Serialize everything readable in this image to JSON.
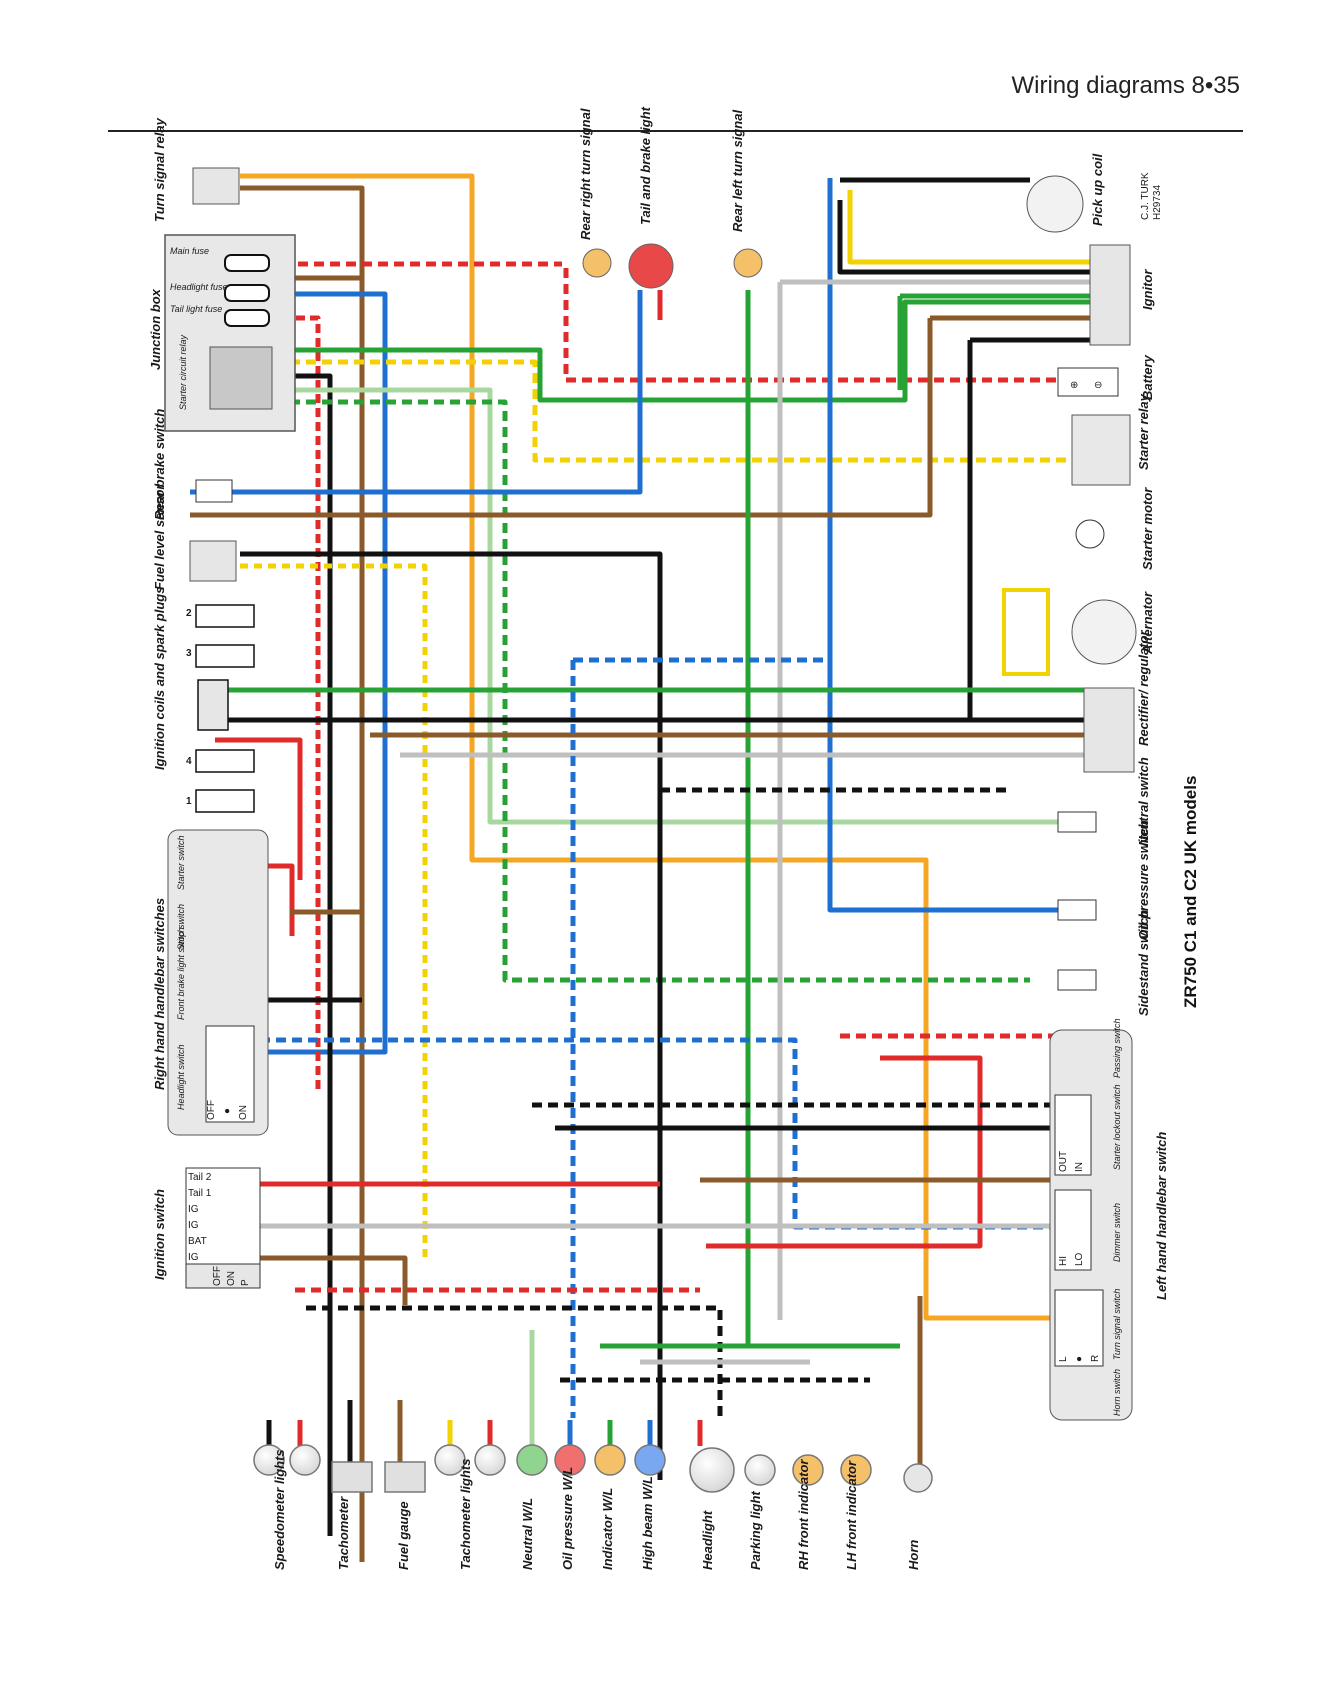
{
  "header": {
    "title": "Wiring diagrams  8•35"
  },
  "model_title": "ZR750 C1 and C2 UK models",
  "credit": {
    "line1": "C.J. TURK",
    "line2": "H29734"
  },
  "colors": {
    "red": "#e02b2b",
    "black": "#111111",
    "brown": "#8a5a2b",
    "blue": "#1f6fd1",
    "green": "#27a336",
    "light_green": "#a8d8a0",
    "orange": "#f5a623",
    "yellow": "#f2d200",
    "grey": "#bfbfbf",
    "white": "#ffffff"
  },
  "labels": {
    "turn_signal_relay": "Turn signal relay",
    "junction_box": "Junction box",
    "main_fuse": "Main fuse",
    "headlight_fuse": "Headlight fuse",
    "tail_light_fuse": "Tail light fuse",
    "starter_circuit_relay": "Starter circuit relay",
    "rear_brake_switch": "Rear brake switch",
    "fuel_level_sensor": "Fuel level sensor",
    "ignition_coils": "Ignition coils and spark plugs",
    "right_handlebar_switches": "Right hand handlebar switches",
    "starter_switch": "Starter switch",
    "stop_switch": "Stop switch",
    "front_brake_light_switch": "Front brake light switch",
    "headlight_switch": "Headlight switch",
    "ignition_switch": "Ignition switch",
    "rear_right_turn_signal": "Rear right turn signal",
    "tail_and_brake_light": "Tail and brake light",
    "rear_left_turn_signal": "Rear left turn signal",
    "pick_up_coil": "Pick up coil",
    "ignitor": "Ignitor",
    "battery": "Battery",
    "starter_relay": "Starter relay",
    "starter_motor": "Starter motor",
    "alternator": "Alternator",
    "rectifier_regulator": "Rectifier/ regulator",
    "neutral_switch": "Neutral switch",
    "oil_pressure_switch": "Oil pressure switch",
    "sidestand_switch": "Sidestand switch",
    "left_handlebar_switch": "Left hand handlebar switch",
    "passing_switch": "Passing switch",
    "starter_lockout_switch": "Starter lockout switch",
    "dimmer_switch": "Dimmer switch",
    "turn_signal_switch": "Turn signal switch",
    "horn_switch": "Horn switch",
    "speedometer_lights": "Speedometer lights",
    "tachometer": "Tachometer",
    "fuel_gauge": "Fuel gauge",
    "tachometer_lights": "Tachometer lights",
    "neutral_wl": "Neutral W/L",
    "oil_pressure_wl": "Oil pressure W/L",
    "indicator_wl": "Indicator W/L",
    "high_beam_wl": "High beam W/L",
    "headlight": "Headlight",
    "parking_light": "Parking light",
    "rh_front_indicator": "RH front indicator",
    "lh_front_indicator": "LH front indicator",
    "horn": "Horn"
  },
  "ignition_switch_terminals": [
    "Tail 2",
    "Tail 1",
    "IG",
    "IG",
    "BAT",
    "IG"
  ],
  "ignition_switch_positions": [
    "OFF",
    "ON",
    "P"
  ],
  "headlight_switch_positions": [
    "OFF",
    "●",
    "ON"
  ],
  "starter_lockout_positions": [
    "OUT",
    "IN"
  ],
  "dimmer_positions": [
    "HI",
    "LO"
  ],
  "turn_signal_positions": [
    "L",
    "●",
    "R"
  ],
  "coil_numbers": [
    "2",
    "3",
    "4",
    "1"
  ]
}
